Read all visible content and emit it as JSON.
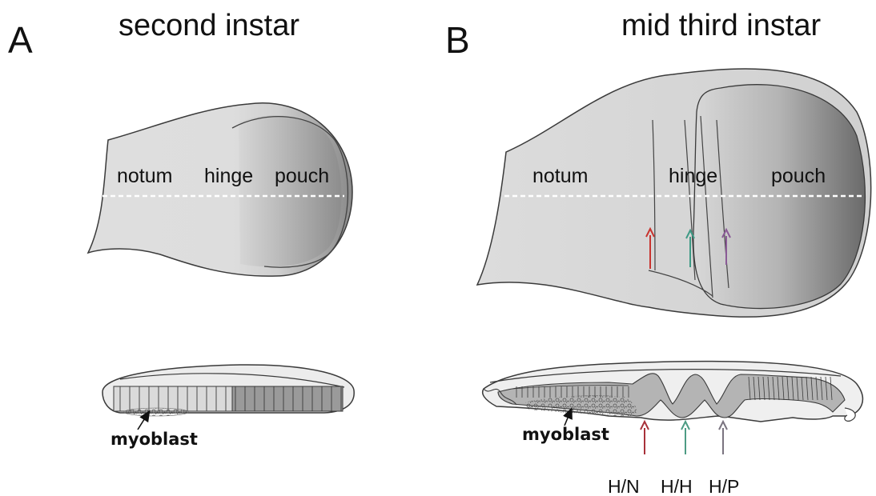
{
  "panel_a": {
    "letter": "A",
    "title": "second instar",
    "regions": [
      "notum",
      "hinge",
      "pouch"
    ],
    "myoblast_label": "myoblast"
  },
  "panel_b": {
    "letter": "B",
    "title": "mid third instar",
    "regions": [
      "notum",
      "hinge",
      "pouch"
    ],
    "myoblast_label": "myoblast",
    "folds": [
      "H/N",
      "H/H",
      "H/P"
    ],
    "fold_colors": [
      "#c8342f",
      "#3e9a85",
      "#8a5a96"
    ],
    "lower_arrow_colors": [
      "#a8323a",
      "#4d9c84",
      "#7a7480"
    ]
  },
  "colors": {
    "disc_fill": "#dcdcdc",
    "outline": "#3a3a3a",
    "pouch_dark": "#6e6e6e",
    "dashed_line": "#ffffff"
  }
}
